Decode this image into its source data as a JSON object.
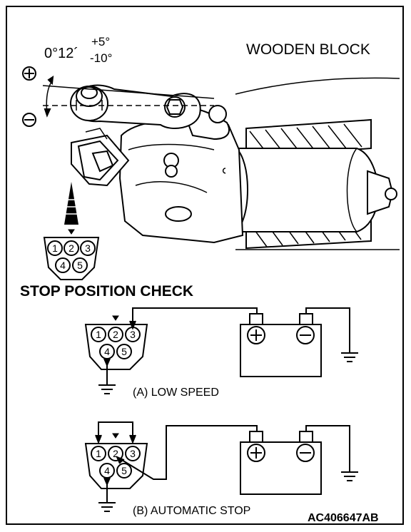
{
  "figure": {
    "angle_main": "0°12´",
    "angle_plus": "+5°",
    "angle_minus": "-10°",
    "plus_symbol": "⊕",
    "minus_symbol": "⊖",
    "wooden_block": "WOODEN BLOCK",
    "section_title": "STOP POSITION CHECK",
    "caption_a": "(A) LOW SPEED",
    "caption_b": "(B) AUTOMATIC STOP",
    "figure_code": "AC406647",
    "figure_code_suffix": "AB"
  },
  "connector": {
    "pins": [
      "1",
      "2",
      "3",
      "4",
      "5"
    ]
  },
  "battery": {
    "plus": "+",
    "minus": "−"
  },
  "colors": {
    "line": "#000000",
    "background": "#ffffff"
  }
}
